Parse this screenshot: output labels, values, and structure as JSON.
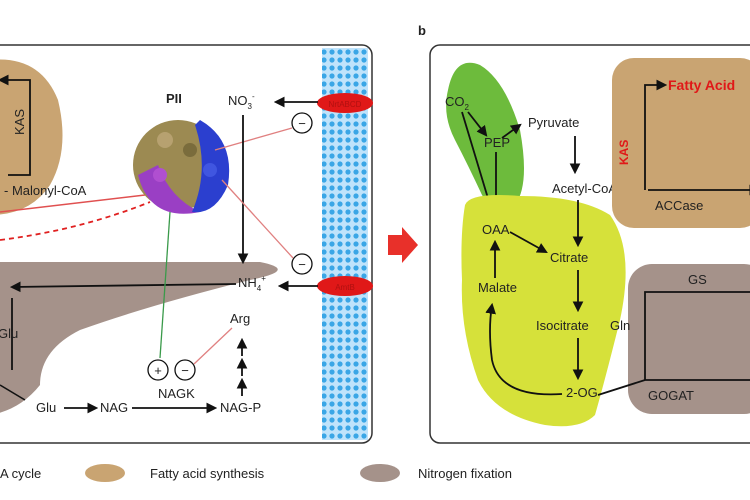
{
  "panel_b_letter": "b",
  "left_panel": {
    "complex_label": "PII",
    "kas": "KAS",
    "malonyl": "- Malonyl-CoA",
    "no3": "NO",
    "no3_sub": "3",
    "no3_sup": "-",
    "nh4": "NH",
    "nh4_sub": "4",
    "nh4_sup": "+",
    "glu_top": "Glu",
    "glu": "Glu",
    "nag": "NAG",
    "nagk": "NAGK",
    "nagp": "NAG-P",
    "arg": "Arg",
    "transporter_top": "NrtABCD",
    "transporter_bottom": "AmtB",
    "minus": "−",
    "plus": "+"
  },
  "right_panel": {
    "co2": "CO",
    "co2_sub": "2",
    "pep": "PEP",
    "pyruvate": "Pyruvate",
    "acetyl": "Acetyl-CoA",
    "oaa": "OAA",
    "citrate": "Citrate",
    "malate": "Malate",
    "isocitrate": "Isocitrate",
    "og": "2-OG",
    "kas": "KAS",
    "fatty_acid": "Fatty Acid",
    "accase": "ACCase",
    "gs": "GS",
    "gln": "Gln",
    "gogat": "GOGAT"
  },
  "legend": {
    "tca": "A cycle",
    "fatty": "Fatty acid synthesis",
    "nitrogen": "Nitrogen fixation"
  },
  "colors": {
    "fatty_fill": "#c9a472",
    "nitrogen_fill": "#a5928a",
    "tca_fill": "#d6e13a",
    "co2_fill": "#6dbb3c",
    "membrane": "#3aa6e6",
    "transporter": "#e01818",
    "arrow_red": "#e8302a"
  }
}
